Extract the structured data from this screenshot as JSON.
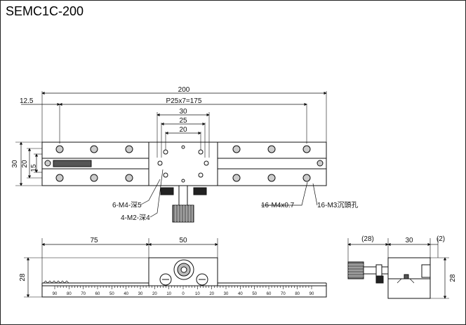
{
  "title": "SEMC1C-200",
  "top_view": {
    "dim_overall": "200",
    "dim_end": "12.5",
    "dim_pitch": "P25x7=175",
    "dim_30": "30",
    "dim_25": "25",
    "dim_20": "20",
    "left_30": "30",
    "left_20": "20",
    "left_15": "15",
    "note_m4_carriage": "6-M4-深5",
    "note_m2": "4-M2-深4",
    "note_m4_rail": "16-M4x0.7",
    "note_m3": "16-M3沉頭孔"
  },
  "front_view": {
    "dim_75": "75",
    "dim_50": "50",
    "dim_28": "28",
    "scale_labels": [
      "90",
      "80",
      "70",
      "60",
      "50",
      "40",
      "30",
      "20",
      "10",
      "0",
      "10",
      "20",
      "30",
      "40",
      "50",
      "60",
      "70",
      "80",
      "90"
    ]
  },
  "side_view": {
    "dim_28p": "(28)",
    "dim_30": "30",
    "dim_2p": "(2)",
    "dim_28": "28"
  }
}
